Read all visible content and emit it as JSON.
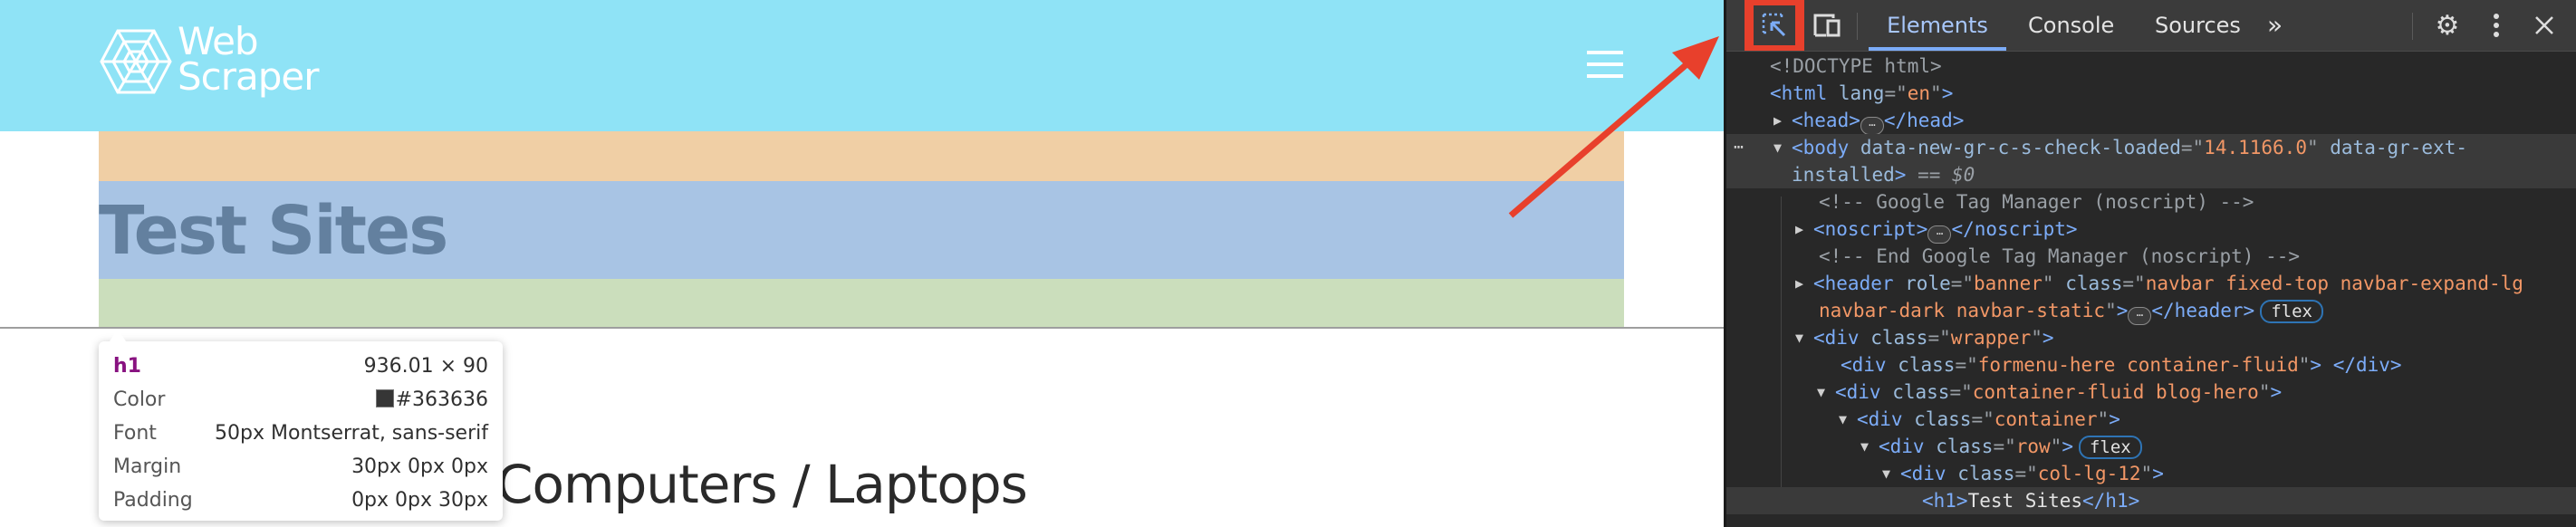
{
  "page": {
    "logo": {
      "line1": "Web",
      "line2": "Scraper"
    },
    "hero_title": "Test Sites",
    "subheading": "Computers / Laptops",
    "colors": {
      "navbar": "#8fe3f6",
      "margin": "#f0cfa5",
      "content": "#a8c4e4",
      "padding": "#cbdebc"
    }
  },
  "tooltip": {
    "tag": "h1",
    "size": "936.01 × 90",
    "rows": [
      {
        "label": "Color",
        "value": "#363636"
      },
      {
        "label": "Font",
        "value": "50px Montserrat, sans-serif"
      },
      {
        "label": "Margin",
        "value": "30px 0px 0px"
      },
      {
        "label": "Padding",
        "value": "0px 0px 30px"
      }
    ]
  },
  "annotation": {
    "arrow_color": "#e8402c",
    "highlight": "inspect-element-button"
  },
  "devtools": {
    "tabs": [
      "Elements",
      "Console",
      "Sources"
    ],
    "active_tab": "Elements",
    "more_tabs": "»",
    "icons": [
      "inspect-element-icon",
      "device-toolbar-icon",
      "gear-icon",
      "more-vert-icon",
      "close-icon"
    ],
    "tree": [
      {
        "indent": 0,
        "tri": "",
        "segs": [
          [
            "c",
            "<!DOCTYPE html>"
          ]
        ]
      },
      {
        "indent": 0,
        "tri": "",
        "segs": [
          [
            "tag",
            "<html "
          ],
          [
            "an",
            "lang"
          ],
          [
            "eq",
            "=\""
          ],
          [
            "av",
            "en"
          ],
          [
            "eq",
            "\""
          ],
          [
            "tag",
            ">"
          ]
        ]
      },
      {
        "indent": 1,
        "tri": "▶",
        "segs": [
          [
            "tag",
            "<head>"
          ],
          [
            "ell",
            "⋯"
          ],
          [
            "tag",
            "</head>"
          ]
        ]
      },
      {
        "indent": 1,
        "tri": "▼",
        "sel": true,
        "dots": "⋯",
        "segs": [
          [
            "tag",
            "<body "
          ],
          [
            "an",
            "data-new-gr-c-s-check-loaded"
          ],
          [
            "eq",
            "=\""
          ],
          [
            "av",
            "14.1166.0"
          ],
          [
            "eq",
            "\" "
          ],
          [
            "an",
            "data-gr-ext-"
          ]
        ]
      },
      {
        "indent": 1,
        "tri": "",
        "sel": true,
        "segs": [
          [
            "an",
            "installed"
          ],
          [
            "tag",
            ">"
          ],
          [
            "eq",
            " == "
          ],
          [
            "dim",
            "$0"
          ]
        ]
      },
      {
        "indent": 2,
        "tri": "",
        "segs": [
          [
            "c",
            "<!-- Google Tag Manager (noscript) -->"
          ]
        ]
      },
      {
        "indent": 2,
        "tri": "▶",
        "segs": [
          [
            "tag",
            "<noscript>"
          ],
          [
            "ell",
            "⋯"
          ],
          [
            "tag",
            "</noscript>"
          ]
        ]
      },
      {
        "indent": 2,
        "tri": "",
        "segs": [
          [
            "c",
            "<!-- End Google Tag Manager (noscript) -->"
          ]
        ]
      },
      {
        "indent": 2,
        "tri": "▶",
        "segs": [
          [
            "tag",
            "<header "
          ],
          [
            "an",
            "role"
          ],
          [
            "eq",
            "=\""
          ],
          [
            "av",
            "banner"
          ],
          [
            "eq",
            "\" "
          ],
          [
            "an",
            "class"
          ],
          [
            "eq",
            "=\""
          ],
          [
            "av",
            "navbar fixed-top navbar-expand-lg"
          ]
        ]
      },
      {
        "indent": 2,
        "tri": "",
        "segs": [
          [
            "av",
            "navbar-dark navbar-static"
          ],
          [
            "eq",
            "\""
          ],
          [
            "tag",
            ">"
          ],
          [
            "ell",
            "⋯"
          ],
          [
            "tag",
            "</header>"
          ],
          [
            "badge",
            "flex"
          ]
        ]
      },
      {
        "indent": 2,
        "tri": "▼",
        "segs": [
          [
            "tag",
            "<div "
          ],
          [
            "an",
            "class"
          ],
          [
            "eq",
            "=\""
          ],
          [
            "av",
            "wrapper"
          ],
          [
            "eq",
            "\""
          ],
          [
            "tag",
            ">"
          ]
        ]
      },
      {
        "indent": 3,
        "tri": "",
        "segs": [
          [
            "tag",
            "<div "
          ],
          [
            "an",
            "class"
          ],
          [
            "eq",
            "=\""
          ],
          [
            "av",
            "formenu-here container-fluid"
          ],
          [
            "eq",
            "\""
          ],
          [
            "tag",
            "> </div>"
          ]
        ]
      },
      {
        "indent": 3,
        "tri": "▼",
        "segs": [
          [
            "tag",
            "<div "
          ],
          [
            "an",
            "class"
          ],
          [
            "eq",
            "=\""
          ],
          [
            "av",
            "container-fluid blog-hero"
          ],
          [
            "eq",
            "\""
          ],
          [
            "tag",
            ">"
          ]
        ]
      },
      {
        "indent": 4,
        "tri": "▼",
        "segs": [
          [
            "tag",
            "<div "
          ],
          [
            "an",
            "class"
          ],
          [
            "eq",
            "=\""
          ],
          [
            "av",
            "container"
          ],
          [
            "eq",
            "\""
          ],
          [
            "tag",
            ">"
          ]
        ]
      },
      {
        "indent": 5,
        "tri": "▼",
        "segs": [
          [
            "tag",
            "<div "
          ],
          [
            "an",
            "class"
          ],
          [
            "eq",
            "=\""
          ],
          [
            "av",
            "row"
          ],
          [
            "eq",
            "\""
          ],
          [
            "tag",
            ">"
          ],
          [
            "badge",
            "flex"
          ]
        ]
      },
      {
        "indent": 6,
        "tri": "▼",
        "segs": [
          [
            "tag",
            "<div "
          ],
          [
            "an",
            "class"
          ],
          [
            "eq",
            "=\""
          ],
          [
            "av",
            "col-lg-12"
          ],
          [
            "eq",
            "\""
          ],
          [
            "tag",
            ">"
          ]
        ]
      },
      {
        "indent": 7,
        "tri": "",
        "sel": true,
        "segs": [
          [
            "tag",
            "<h1>"
          ],
          [
            "plain",
            "Test Sites"
          ],
          [
            "tag",
            "</h1>"
          ]
        ]
      }
    ]
  }
}
